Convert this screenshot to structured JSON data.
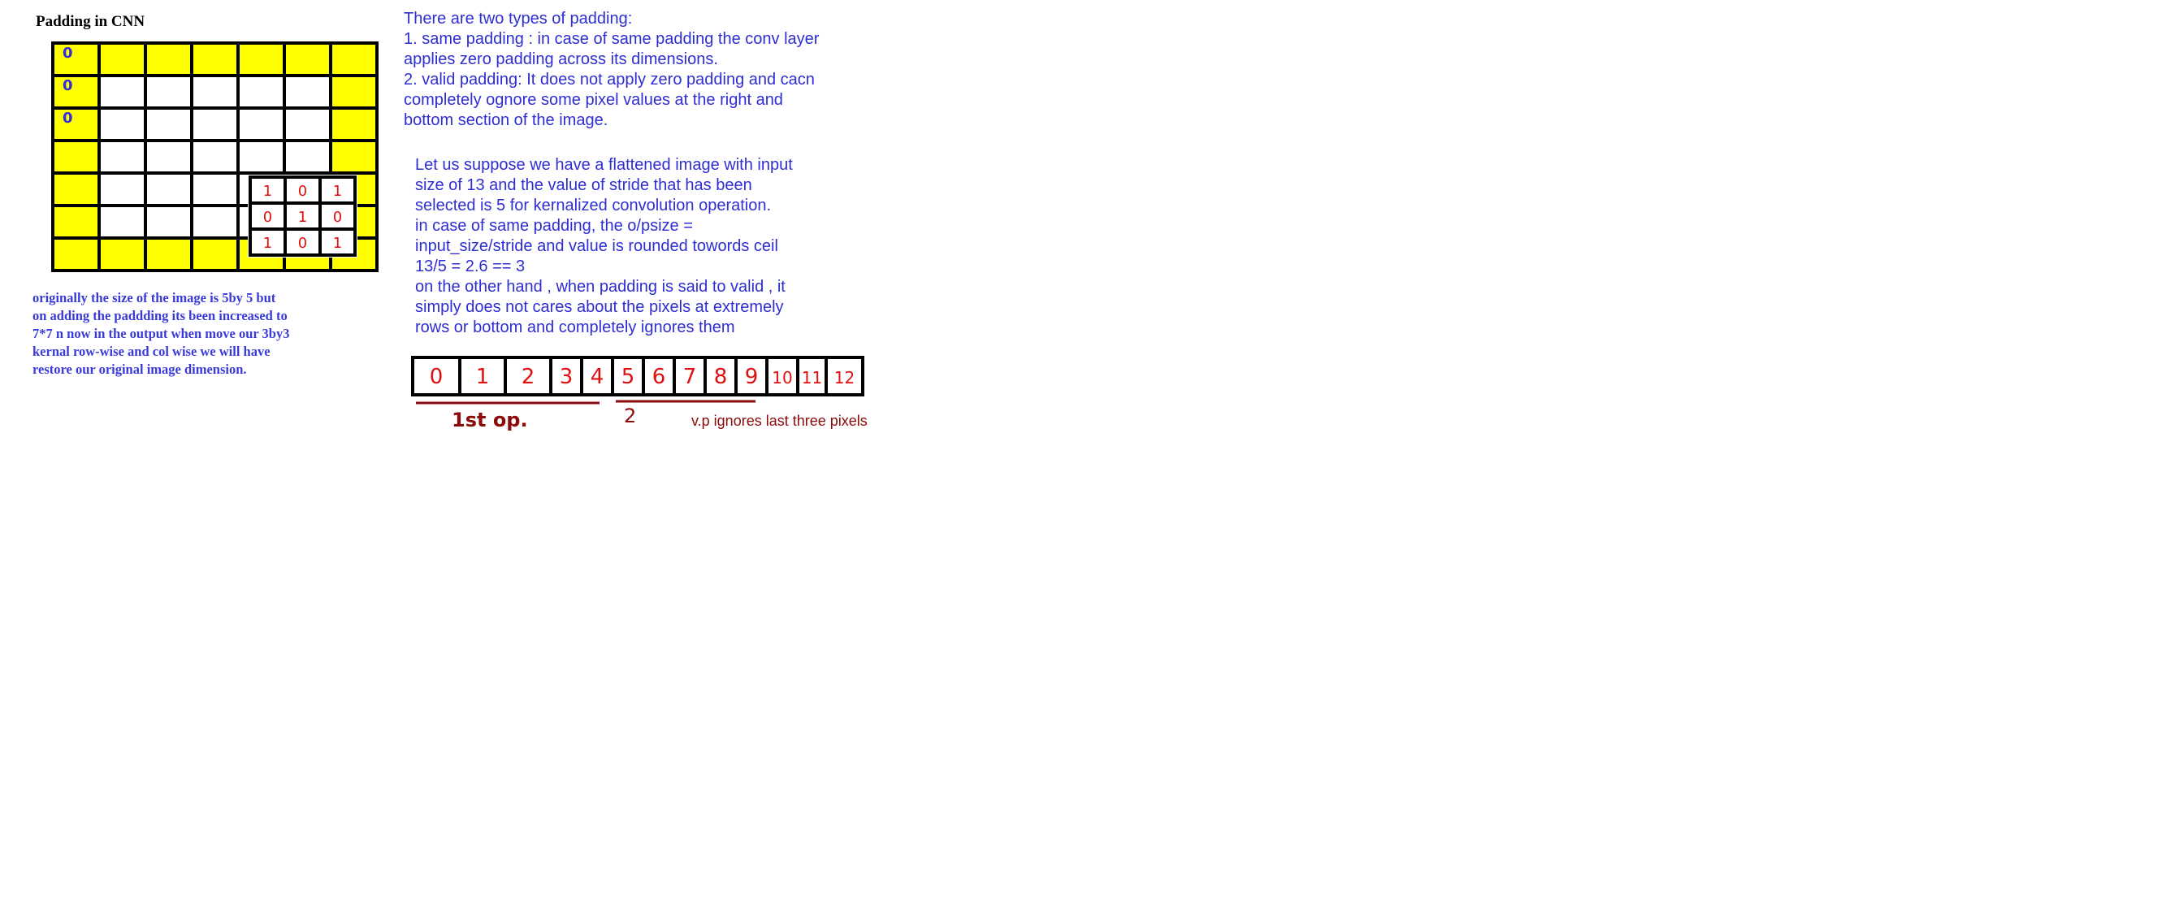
{
  "title": "Padding in CNN",
  "left_note": [
    "originally the size of the image is 5by 5 but",
    "on adding the paddding its been increased to",
    "7*7 n now in the output when move our 3by3",
    "kernal row-wise and col wise we will have",
    "restore our original image dimension."
  ],
  "para1": [
    "There are two types of padding:",
    "1. same padding : in case of same padding the conv layer",
    "applies zero padding across its dimensions.",
    "2. valid padding: It does not apply zero padding and cacn",
    "completely ognore some pixel values at the right and",
    "bottom section of the image."
  ],
  "para2": [
    "Let us suppose we have a flattened image with input",
    "size of 13 and the value of stride that has been",
    "selected is 5 for kernalized convolution operation.",
    "in case of same padding, the o/psize =",
    "input_size/stride and value is rounded towords ceil",
    "13/5 = 2.6 == 3",
    "on the other hand , when padding is said to valid , it",
    "simply does not cares about the pixels at extremely",
    "rows or bottom and completely ignores them"
  ],
  "padding_grid": {
    "rows": 7,
    "cols": 7,
    "pad_color": "#ffff00",
    "zero_marks": [
      "0",
      "0",
      "0"
    ]
  },
  "kernel": {
    "values": [
      [
        "1",
        "0",
        "1"
      ],
      [
        "0",
        "1",
        "0"
      ],
      [
        "1",
        "0",
        "1"
      ]
    ],
    "color": "#e01010"
  },
  "sequence": {
    "cells": [
      "0",
      "1",
      "2",
      "3",
      "4",
      "5",
      "6",
      "7",
      "8",
      "9",
      "10",
      "11",
      "12"
    ],
    "color": "#e01010"
  },
  "op_labels": {
    "first": "1st op.",
    "second": "2"
  },
  "vp_note": "v.p ignores last three pixels",
  "colors": {
    "blue_text": "#2e2ed2",
    "dark_red": "#8b0a0a",
    "red": "#e01010"
  }
}
